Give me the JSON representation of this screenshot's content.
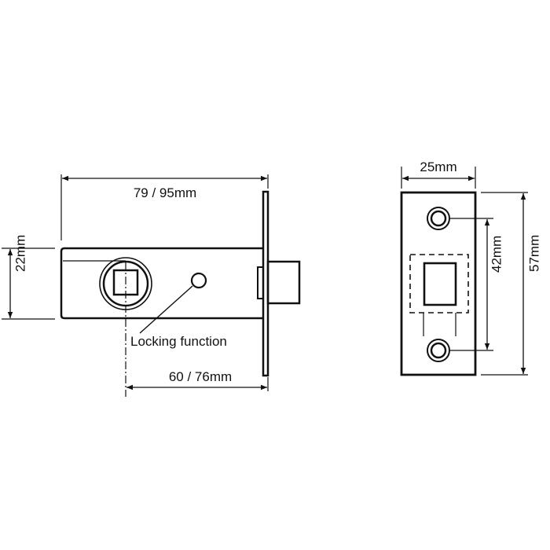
{
  "latch": {
    "overall_length_label": "79 / 95mm",
    "backset_label": "60 / 76mm",
    "body_height_label": "22mm",
    "locking_label": "Locking function"
  },
  "strike_plate": {
    "width_label": "25mm",
    "hole_spacing_label": "42mm",
    "height_label": "57mm"
  },
  "colors": {
    "line": "#111111",
    "background": "#ffffff"
  }
}
